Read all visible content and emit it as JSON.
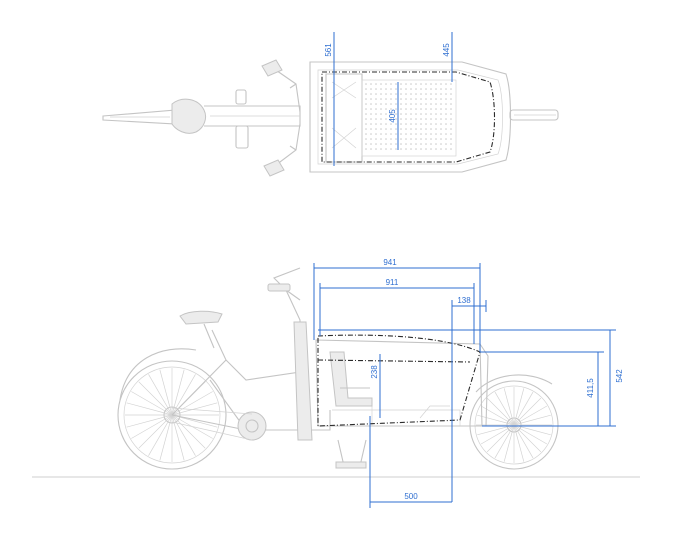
{
  "colors": {
    "dimension": "#2f6fd1",
    "bike_outline": "#c4c4c4",
    "cargo_outline": "#2b2b2b"
  },
  "top_view": {
    "dimensions": {
      "box_length_top": "561",
      "box_width_front": "445",
      "floor_width": "405"
    }
  },
  "side_view": {
    "dimensions": {
      "overall_box_length": "941",
      "inner_box_length": "911",
      "front_offset": "138",
      "seat_height": "238",
      "box_height_inner": "411,5",
      "box_height_outer": "542",
      "pedal_to_box": "500"
    }
  }
}
